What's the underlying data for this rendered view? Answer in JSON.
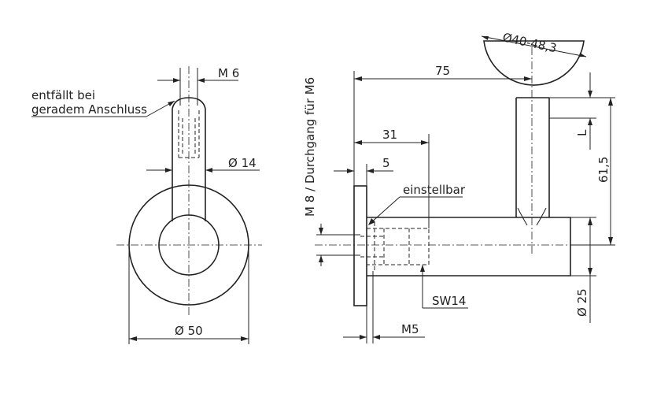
{
  "labels": {
    "note_line1": "entfällt bei",
    "note_line2": "geradem Anschluss",
    "thread_top": "M 6",
    "pin_dia": "Ø 14",
    "rosette_dia": "Ø 50",
    "saddle_dia": "Ø40-48,3",
    "overall_length": "75",
    "dim_31": "31",
    "dim_5": "5",
    "adjustable": "einstellbar",
    "vertical_note": "M 8 / Durchgang für M6",
    "dim_L": "L",
    "height": "61,5",
    "tube_dia": "Ø 25",
    "wrench": "SW14",
    "thread_bottom": "M5"
  }
}
